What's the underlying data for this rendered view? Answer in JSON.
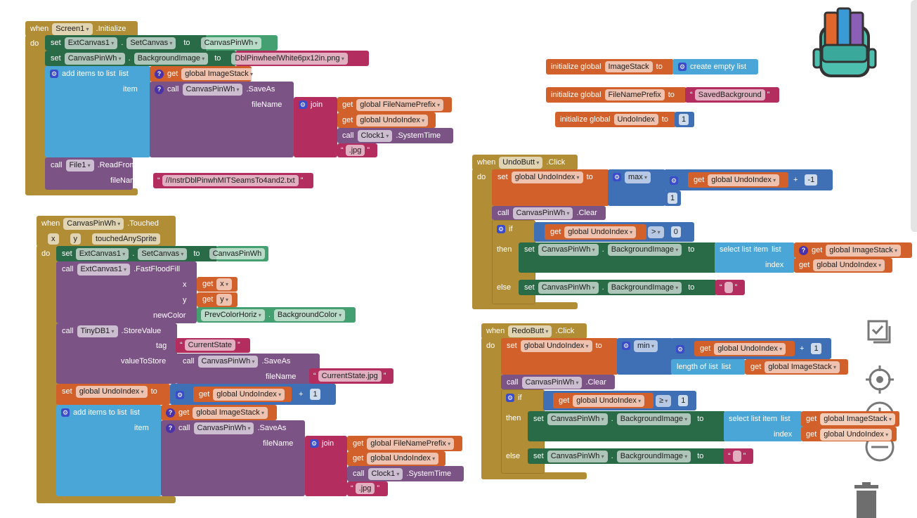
{
  "kw": {
    "when": "when",
    "do": "do",
    "set": "set",
    "to": "to",
    "get": "get",
    "call": "call",
    "dot": ".",
    "list": "list",
    "item": "item",
    "index": "index",
    "fileName": "fileName",
    "join": "join",
    "if": "if",
    "then": "then",
    "else": "else",
    "plus": "+",
    "q": "“",
    "qe": "”",
    "add_items": "add items to list",
    "select_item": "select list item",
    "length_of_list": "length of list",
    "init_global": "initialize global",
    "create_empty": "create empty list",
    "max": "max",
    "min": "min",
    "gt": ">",
    "ge": "≥",
    "x": "x",
    "y": "y",
    "newColor": "newColor",
    "tag": "tag",
    "valueToStore": "valueToStore"
  },
  "names": {
    "Screen1": "Screen1",
    "Initialize": ".Initialize",
    "ExtCanvas1": "ExtCanvas1",
    "SetCanvas": "SetCanvas",
    "CanvasPinWh": "CanvasPinWh",
    "BackgroundImage": "BackgroundImage",
    "ImageStack": "global ImageStack",
    "UndoIndex": "global UndoIndex",
    "FileNamePrefix": "global FileNamePrefix",
    "SaveAs": ".SaveAs",
    "Clock1": "Clock1",
    "SystemTime": ".SystemTime",
    "File1": "File1",
    "ReadFrom": ".ReadFrom",
    "Touched": ".Touched",
    "touchedAnySprite": "touchedAnySprite",
    "FastFloodFill": ".FastFloodFill",
    "PrevColorHoriz": "PrevColorHoriz",
    "BackgroundColor": "BackgroundColor",
    "TinyDB1": "TinyDB1",
    "StoreValue": ".StoreValue",
    "UndoButt": "UndoButt",
    "RedoButt": "RedoButt",
    "Click": ".Click",
    "Clear": ".Clear",
    "gx": "x",
    "gy": "y",
    "ImageStackVar": "ImageStack",
    "FileNamePrefixVar": "FileNamePrefix",
    "UndoIndexVar": "UndoIndex"
  },
  "text": {
    "png": "DblPinwheelWhite6px12in.png",
    "jpg": ".jpg",
    "readfile": "//InstrDblPinwhMITSeamsTo4and2.txt",
    "current_state": "CurrentState",
    "current_state_jpg": "CurrentState.jpg",
    "saved_background": "SavedBackground"
  },
  "nums": {
    "neg1": "-1",
    "one": "1",
    "zero": "0"
  }
}
